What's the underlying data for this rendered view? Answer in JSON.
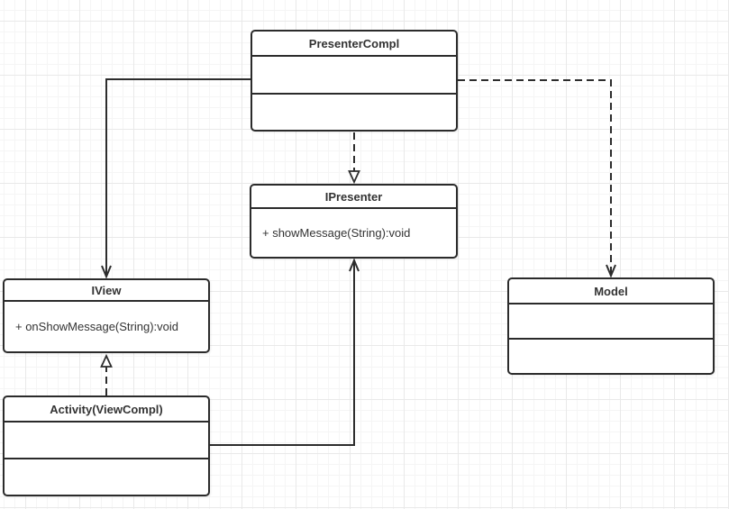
{
  "diagram": {
    "type": "uml-class-diagram",
    "colors": {
      "background": "#ffffff",
      "grid_minor": "#f5f5f5",
      "grid_major": "#e9e9e9",
      "stroke": "#2d2d2d",
      "text": "#333333",
      "node_fill": "#ffffff"
    },
    "nodes": [
      {
        "id": "presenter_compl",
        "title": "PresenterCompl",
        "compartments": [
          "",
          ""
        ]
      },
      {
        "id": "ipresenter",
        "title": "IPresenter",
        "compartments": [
          "+ showMessage(String):void"
        ]
      },
      {
        "id": "iview",
        "title": "IView",
        "compartments": [
          "+ onShowMessage(String):void"
        ]
      },
      {
        "id": "model",
        "title": "Model",
        "compartments": [
          "",
          ""
        ]
      },
      {
        "id": "activity_viewcompl",
        "title": "Activity(ViewCompl)",
        "compartments": [
          "",
          ""
        ]
      }
    ],
    "edges": [
      {
        "from": "PresenterCompl",
        "to": "IView",
        "line": "solid",
        "arrowhead": "open-arrow",
        "relation": "directed-association"
      },
      {
        "from": "PresenterCompl",
        "to": "IPresenter",
        "line": "dashed",
        "arrowhead": "hollow-triangle",
        "relation": "realization"
      },
      {
        "from": "PresenterCompl",
        "to": "Model",
        "line": "dashed",
        "arrowhead": "open-arrow",
        "relation": "dependency"
      },
      {
        "from": "Activity(ViewCompl)",
        "to": "IView",
        "line": "dashed",
        "arrowhead": "hollow-triangle",
        "relation": "realization"
      },
      {
        "from": "Activity(ViewCompl)",
        "to": "IPresenter",
        "line": "solid",
        "arrowhead": "open-arrow",
        "relation": "directed-association"
      }
    ]
  }
}
